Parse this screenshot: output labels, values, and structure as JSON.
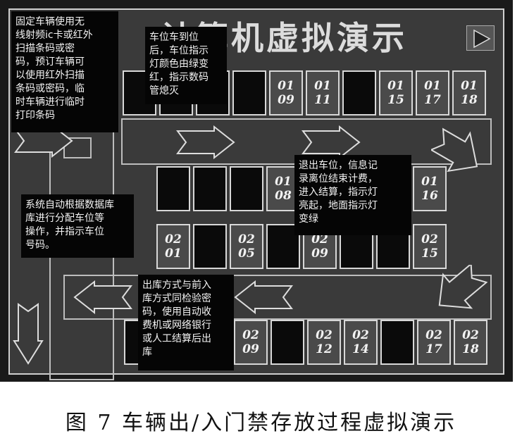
{
  "title": "计算机虚拟演示",
  "caption": "图 7   车辆出/入门禁存放过程虚拟演示",
  "icons": {
    "play": "play-icon",
    "flow_arrow": "flow-arrow-icon"
  },
  "notes": {
    "entry": "固定车辆使用无\n线射频ic卡或红外\n扫描条码或密\n码，预订车辆可\n以使用红外扫描\n条码或密码，临\n时车辆进行临时\n打印条码",
    "arrive": "车位车到位\n后，车位指示\n灯颜色由绿变\n红，指示数码\n管熄灭",
    "assign": "系统自动根据数据库\n库进行分配车位等\n操作，并指示车位\n号码。",
    "leave": "退出车位，信息记\n录离位结束计费，\n进入结算，指示灯\n亮起，地面指示灯\n变绿",
    "exit": "出库方式与前入\n库方式同检验密\n码，使用自动收\n费机或网络银行\n或人工结算后出\n库"
  },
  "slots": {
    "row1": [
      {
        "label": "",
        "occupied": true
      },
      {
        "label": "",
        "occupied": true
      },
      {
        "label": "",
        "occupied": true
      },
      {
        "label": "",
        "occupied": true
      },
      {
        "label": "01\n09",
        "occupied": false
      },
      {
        "label": "01\n11",
        "occupied": false
      },
      {
        "label": "",
        "occupied": true
      },
      {
        "label": "01\n15",
        "occupied": false
      },
      {
        "label": "01\n17",
        "occupied": false
      },
      {
        "label": "01\n18",
        "occupied": false
      }
    ],
    "row2": [
      {
        "label": "",
        "occupied": true
      },
      {
        "label": "",
        "occupied": true
      },
      {
        "label": "",
        "occupied": true
      },
      {
        "label": "01\n08",
        "occupied": false
      },
      {
        "label": "",
        "occupied": true
      },
      {
        "label": "",
        "occupied": true
      },
      {
        "label": "",
        "occupied": true
      },
      {
        "label": "01\n16",
        "occupied": false
      }
    ],
    "row3": [
      {
        "label": "02\n01",
        "occupied": false
      },
      {
        "label": "",
        "occupied": true
      },
      {
        "label": "02\n05",
        "occupied": false
      },
      {
        "label": "",
        "occupied": true
      },
      {
        "label": "02\n09",
        "occupied": false
      },
      {
        "label": "",
        "occupied": true
      },
      {
        "label": "",
        "occupied": true
      },
      {
        "label": "02\n15",
        "occupied": false
      }
    ],
    "row4": [
      {
        "label": "",
        "occupied": true
      },
      {
        "label": "",
        "occupied": true
      },
      {
        "label": "",
        "occupied": true
      },
      {
        "label": "02\n09",
        "occupied": false
      },
      {
        "label": "",
        "occupied": true
      },
      {
        "label": "02\n12",
        "occupied": false
      },
      {
        "label": "02\n14",
        "occupied": false
      },
      {
        "label": "",
        "occupied": true
      },
      {
        "label": "02\n17",
        "occupied": false
      },
      {
        "label": "02\n18",
        "occupied": false
      }
    ]
  }
}
